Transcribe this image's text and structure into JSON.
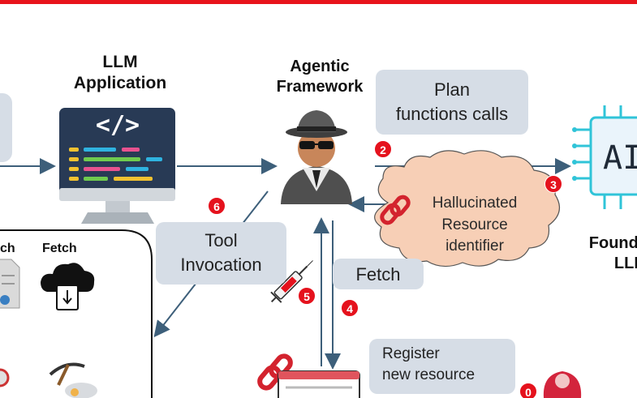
{
  "headings": {
    "llm_app": "LLM\nApplication",
    "framework": "Agentic\nFramework",
    "foundation": "Founda\nLLM"
  },
  "bubbles": {
    "plan": "Plan\nfunctions calls",
    "tool": "Tool\nInvocation",
    "fetch": "Fetch",
    "register": "Register\nnew resource",
    "cloud": "Hallucinated\nResource\nidentifier"
  },
  "badges": {
    "b0": "0",
    "b2": "2",
    "b3": "3",
    "b4": "4",
    "b5": "5",
    "b6": "6"
  },
  "tools": {
    "fetch_label": "Fetch",
    "search_label": "ch"
  },
  "icons": {
    "code": "</>",
    "ai": "AI"
  },
  "colors": {
    "accent_red": "#e5121d",
    "monitor": "#283a55",
    "arrow": "#3d5f7a",
    "bubble": "#d6dde6",
    "cloud": "#f7cfb6",
    "chip": "#30c4d8"
  }
}
